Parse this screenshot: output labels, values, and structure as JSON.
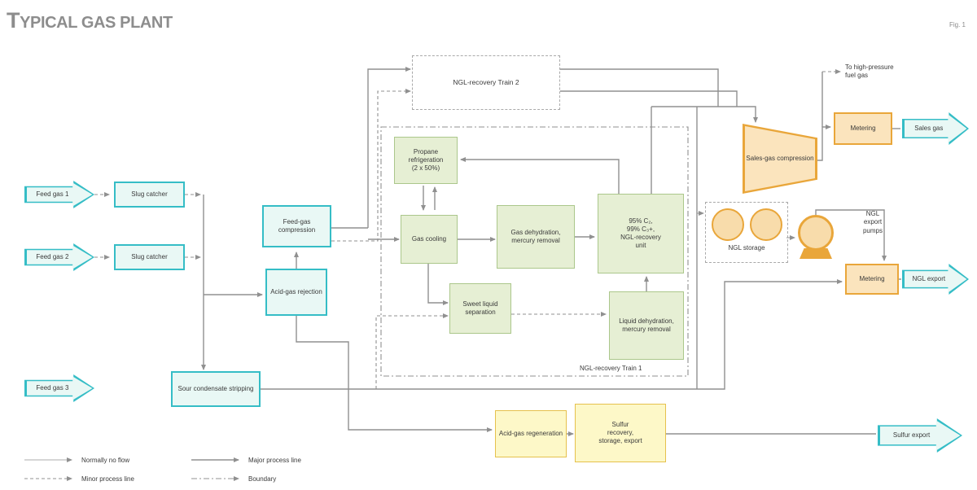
{
  "header": {
    "title": "Typical gas plant",
    "fig": "Fig. 1"
  },
  "nodes": {
    "feed_gas_1": "Feed gas 1",
    "feed_gas_2": "Feed gas 2",
    "feed_gas_3": "Feed gas 3",
    "slug_catcher_1": "Slug catcher",
    "slug_catcher_2": "Slug catcher",
    "feed_gas_compression": "Feed-gas compression",
    "acid_gas_rejection": "Acid-gas rejection",
    "sour_condensate_stripping": "Sour condensate stripping",
    "ngl_train_2": "NGL-recovery Train 2",
    "ngl_train_1": "NGL-recovery Train 1",
    "propane_refrigeration": "Propane\nrefrigeration\n(2 x 50%)",
    "gas_cooling": "Gas cooling",
    "gas_dehydration": "Gas dehydration, mercury removal",
    "ngl_recovery_unit": "95% C₂,\n99% C₃+,\nNGL-recovery\nunit",
    "sweet_liquid_separation": "Sweet liquid separation",
    "liquid_dehydration": "Liquid dehydration, mercury removal",
    "ngl_storage": "NGL storage",
    "ngl_export_pumps": "NGL\nexport\npumps",
    "sales_gas_compression": "Sales-gas compression",
    "metering_top": "Metering",
    "metering_bottom": "Metering",
    "acid_gas_regeneration": "Acid-gas regeneration",
    "sulfur_recovery": "Sulfur\nrecovery,\nstorage, export",
    "to_fuel_gas": "To high-pressure\nfuel gas",
    "sales_gas": "Sales gas",
    "ngl_export": "NGL export",
    "sulfur_export": "Sulfur export"
  },
  "legend": {
    "normally_no_flow": "Normally no flow",
    "minor_process_line": "Minor process line",
    "major_process_line": "Major process line",
    "boundary": "Boundary"
  },
  "colors": {
    "teal": "#35bdc6",
    "teal_fill": "#e9f8f5",
    "green_fill": "#e6efd4",
    "orange": "#e9a63a",
    "orange_fill": "#fbe4bd",
    "yellow_fill": "#fdf8c8",
    "line_gray": "#909090",
    "title_gray": "#8d8d8d"
  }
}
